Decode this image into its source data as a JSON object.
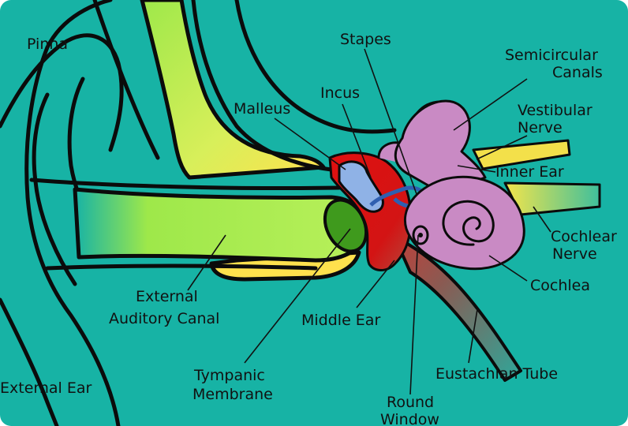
{
  "colors": {
    "background": "#17b3a5",
    "canal_yellow": "#ffe14d",
    "canal_green": "#9ee84a",
    "tympanic_membrane": "#3f9a1d",
    "middle_ear_red": "#e01010",
    "ossicle_blue": "#8fb2e6",
    "stapes_blue": "#2f5fb0",
    "inner_ear_purple": "#c98ac4",
    "nerve_yellow": "#f3e04a",
    "eustachian_tube": "#6c7b6a"
  },
  "labels": {
    "pinna": "Pinna",
    "stapes": "Stapes",
    "semicircular_canals": [
      "Semicircular",
      "Canals"
    ],
    "incus": "Incus",
    "malleus": "Malleus",
    "vestibular_nerve": [
      "Vestibular",
      "Nerve"
    ],
    "inner_ear": "Inner Ear",
    "cochlear_nerve": [
      "Cochlear",
      "Nerve"
    ],
    "cochlea": "Cochlea",
    "external_auditory_canal": [
      "External",
      "Auditory Canal"
    ],
    "middle_ear": "Middle Ear",
    "eustachian_tube": "Eustachian Tube",
    "tympanic_membrane": [
      "Tympanic",
      "Membrane"
    ],
    "round_window": [
      "Round",
      "Window"
    ],
    "external_ear": "External Ear"
  }
}
